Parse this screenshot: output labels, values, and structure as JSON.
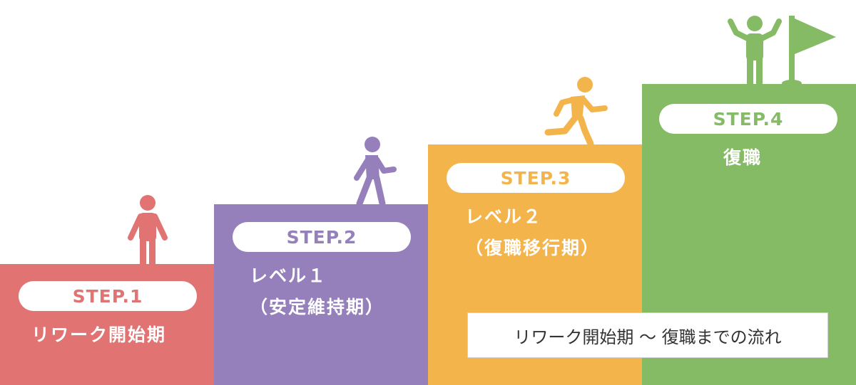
{
  "colors": {
    "step1": "#E27373",
    "step2": "#9580BB",
    "step3": "#F4B44C",
    "step4": "#86BB65"
  },
  "steps": [
    {
      "badge": "STEP.1",
      "lines": [
        "リワーク開始期"
      ],
      "figure_icon": "standing-person-icon"
    },
    {
      "badge": "STEP.2",
      "lines": [
        "レベル１",
        "（安定維持期）"
      ],
      "figure_icon": "walking-person-icon"
    },
    {
      "badge": "STEP.3",
      "lines": [
        "レベル２",
        "（復職移行期）"
      ],
      "figure_icon": "running-person-icon"
    },
    {
      "badge": "STEP.4",
      "lines": [
        "復職"
      ],
      "figure_icon": "cheering-person-icon",
      "extra_icon": "goal-flag-icon"
    }
  ],
  "caption": "リワーク開始期 〜 復職までの流れ"
}
